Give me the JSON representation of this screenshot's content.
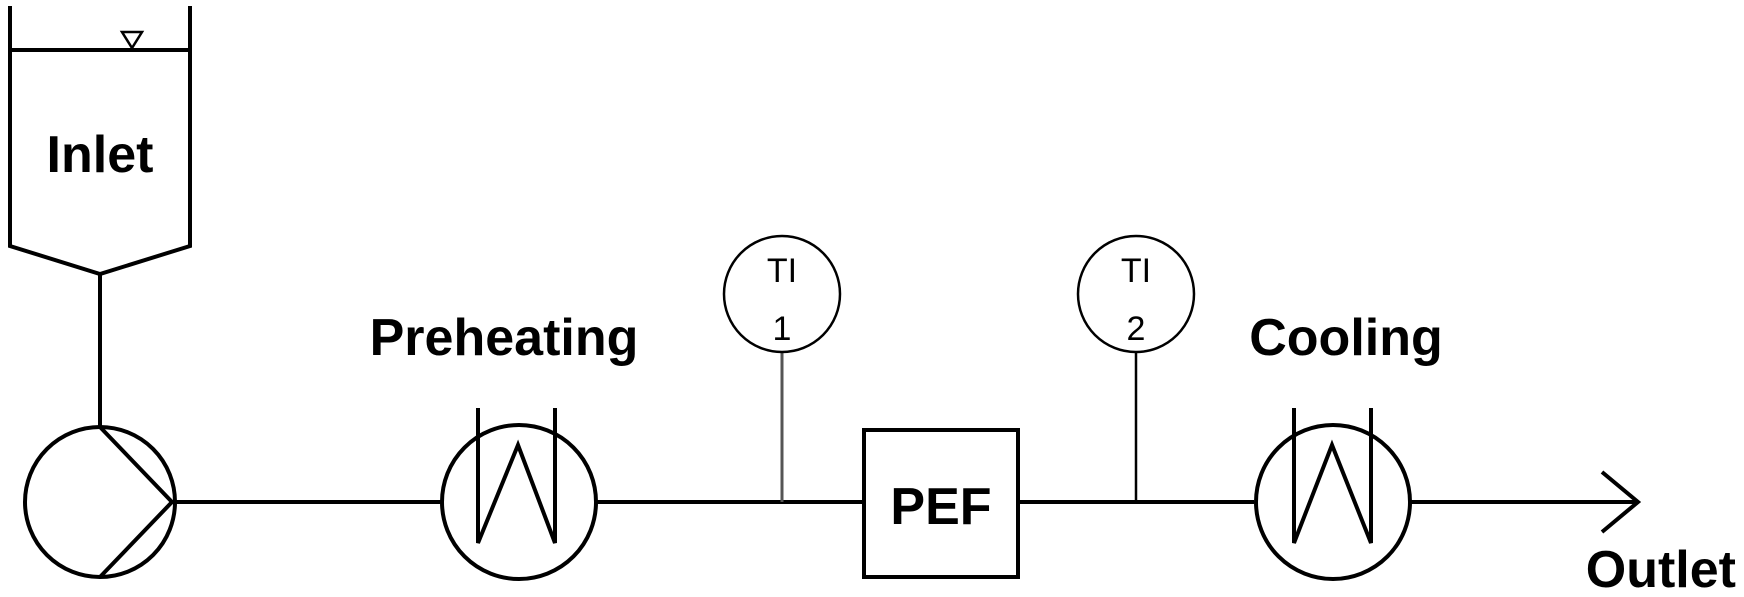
{
  "labels": {
    "inlet": "Inlet",
    "preheating": "Preheating",
    "pef": "PEF",
    "cooling": "Cooling",
    "outlet": "Outlet"
  },
  "instruments": [
    {
      "tag": "TI",
      "number": "1"
    },
    {
      "tag": "TI",
      "number": "2"
    }
  ],
  "colors": {
    "line": "#000000",
    "background": "#ffffff"
  }
}
